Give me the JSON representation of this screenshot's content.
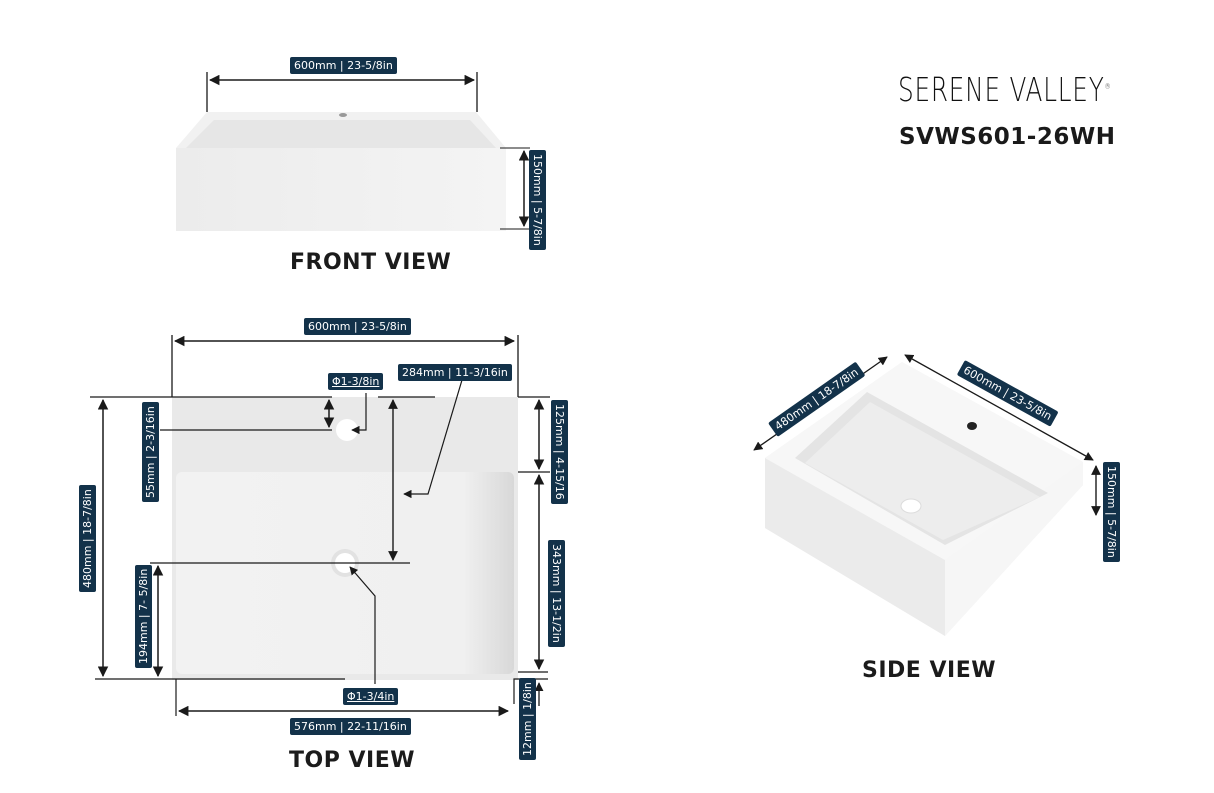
{
  "brand": {
    "name": "SERENE VALLEY",
    "registered": "®",
    "model": "SVWS601-26WH"
  },
  "colors": {
    "label_bg": "#13324a",
    "label_text": "#ffffff",
    "line": "#1a1a1a",
    "sink": "#eeeeee"
  },
  "views": {
    "front": {
      "title": "FRONT VIEW",
      "width_label": "600mm | 23-5/8in",
      "height_label": "150mm | 5-7/8in"
    },
    "top": {
      "title": "TOP VIEW",
      "width_label": "600mm | 23-5/8in",
      "faucet_hole_label": "Φ1-3/8in",
      "drain_offset_label": "284mm | 11-3/16in",
      "faucet_offset_label": "55mm | 2-3/16in",
      "deck_depth_label": "125mm | 4-15/16",
      "depth_label": "480mm | 18-7/8in",
      "basin_depth_label": "343mm | 13-1/2in",
      "drain_from_front_label": "194mm | 7- 5/8in",
      "drain_hole_label": "Φ1-3/4in",
      "basin_width_label": "576mm | 22-11/16in",
      "wall_label": "12mm | 1/8in"
    },
    "side": {
      "title": "SIDE VIEW",
      "depth_label": "480mm | 18-7/8in",
      "width_label": "600mm | 23-5/8in",
      "height_label": "150mm | 5-7/8in"
    }
  }
}
